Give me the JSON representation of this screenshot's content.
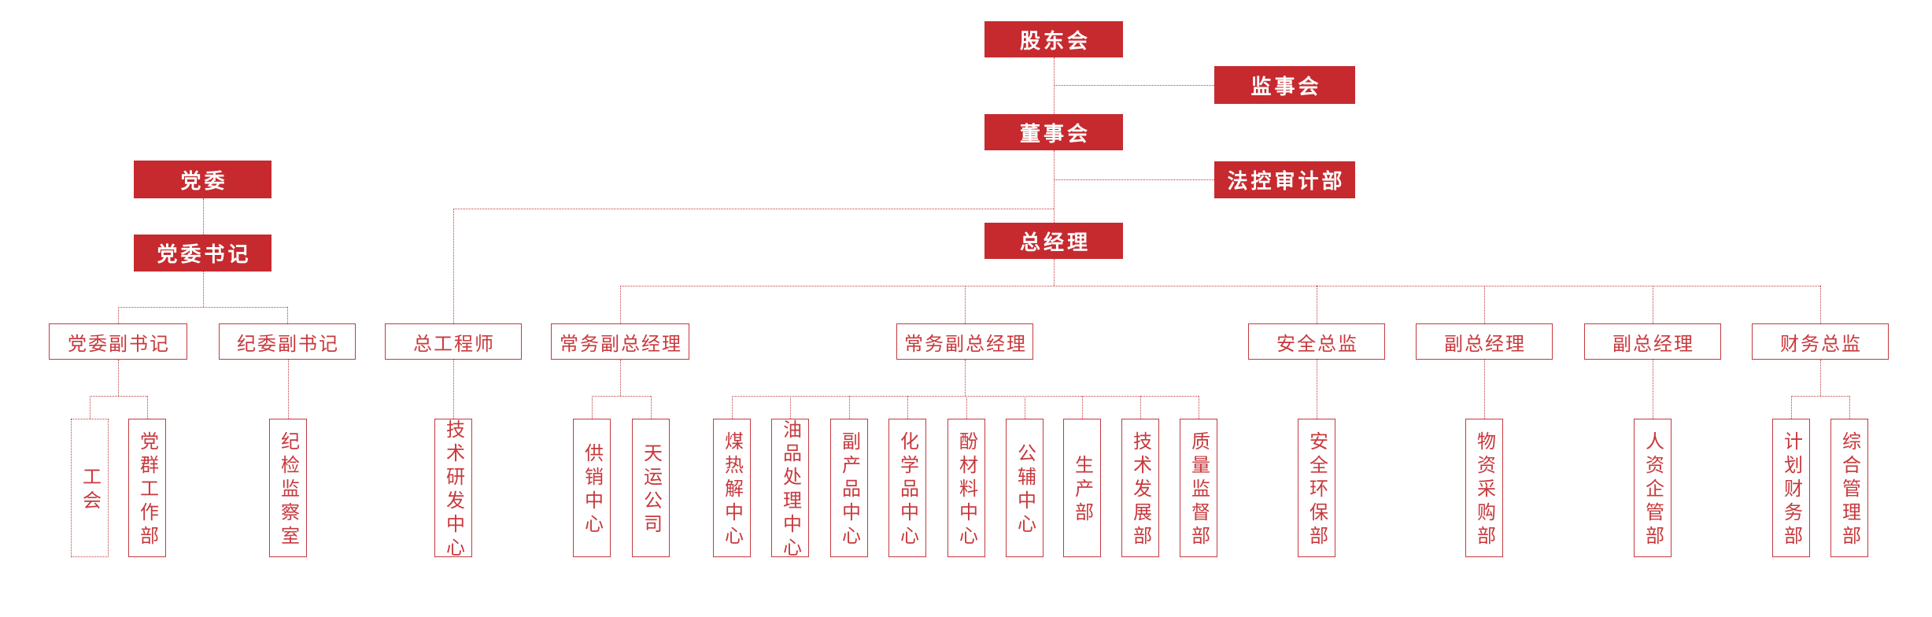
{
  "colors": {
    "box_fill": "#c62a2f",
    "box_text": "#ffffff",
    "outline_red": "#c8393d",
    "line_red": "#c43a3e",
    "background": "#ffffff"
  },
  "nodes": {
    "filled": [
      {
        "label": "股东会"
      },
      {
        "label": "监事会"
      },
      {
        "label": "董事会"
      },
      {
        "label": "法控审计部"
      },
      {
        "label": "总经理"
      },
      {
        "label": "党委"
      },
      {
        "label": "党委书记"
      }
    ],
    "outlined": [
      {
        "label": "党委副书记"
      },
      {
        "label": "纪委副书记"
      },
      {
        "label": "总工程师"
      },
      {
        "label": "常务副总经理"
      },
      {
        "label": "常务副总经理"
      },
      {
        "label": "安全总监"
      },
      {
        "label": "副总经理"
      },
      {
        "label": "副总经理"
      },
      {
        "label": "财务总监"
      }
    ],
    "departments": [
      {
        "label": "工会"
      },
      {
        "label": "党群工作部"
      },
      {
        "label": "纪检监察室"
      },
      {
        "label": "技术研发中心"
      },
      {
        "label": "供销中心"
      },
      {
        "label": "天运公司"
      },
      {
        "label": "煤热解中心"
      },
      {
        "label": "油品处理中心"
      },
      {
        "label": "副产品中心"
      },
      {
        "label": "化学品中心"
      },
      {
        "label": "酚材料中心"
      },
      {
        "label": "公辅中心"
      },
      {
        "label": "生产部"
      },
      {
        "label": "技术发展部"
      },
      {
        "label": "质量监督部"
      },
      {
        "label": "安全环保部"
      },
      {
        "label": "物资采购部"
      },
      {
        "label": "人资企管部"
      },
      {
        "label": "计划财务部"
      },
      {
        "label": "综合管理部"
      }
    ]
  }
}
